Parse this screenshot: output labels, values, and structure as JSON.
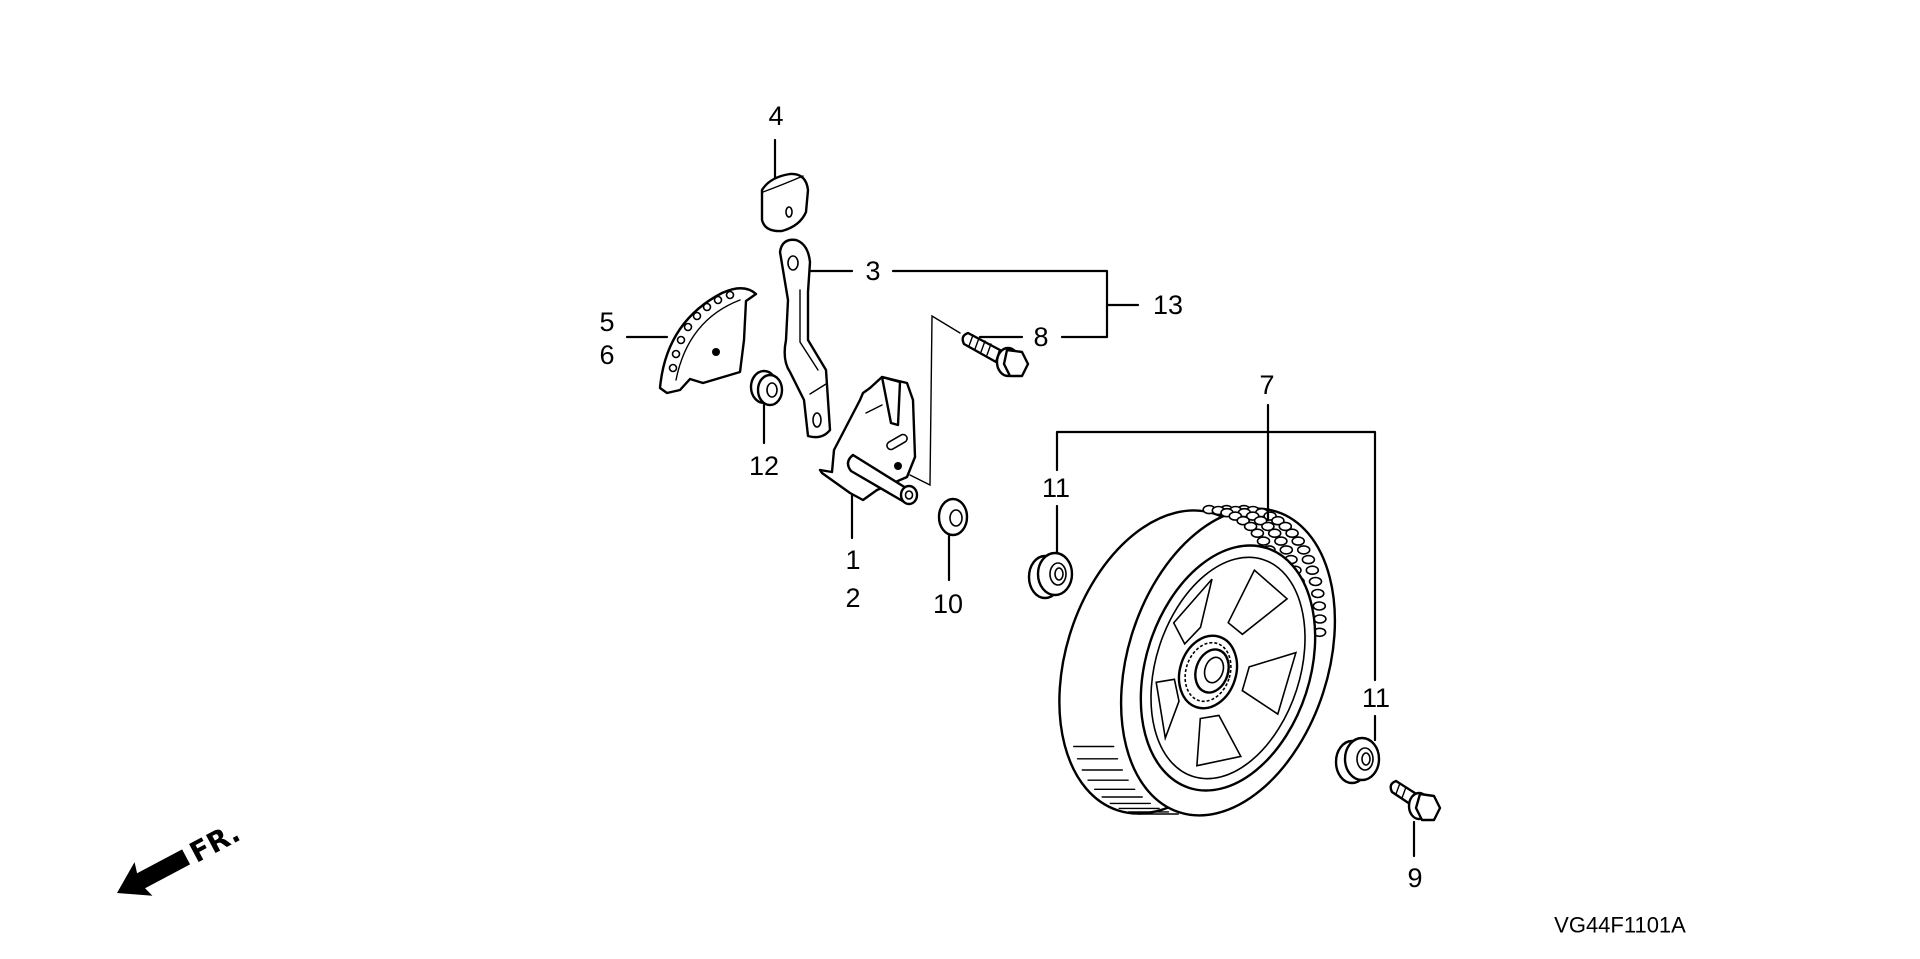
{
  "diagram": {
    "callouts": {
      "c1": "1",
      "c2": "2",
      "c3": "3",
      "c4": "4",
      "c5": "5",
      "c6": "6",
      "c7": "7",
      "c8": "8",
      "c9": "9",
      "c10": "10",
      "c11a": "11",
      "c11b": "11",
      "c12": "12",
      "c13": "13"
    },
    "diagram_code": "VG44F1101A",
    "direction_marker": "FR.",
    "colors": {
      "line": "#000000",
      "background": "#ffffff"
    }
  }
}
